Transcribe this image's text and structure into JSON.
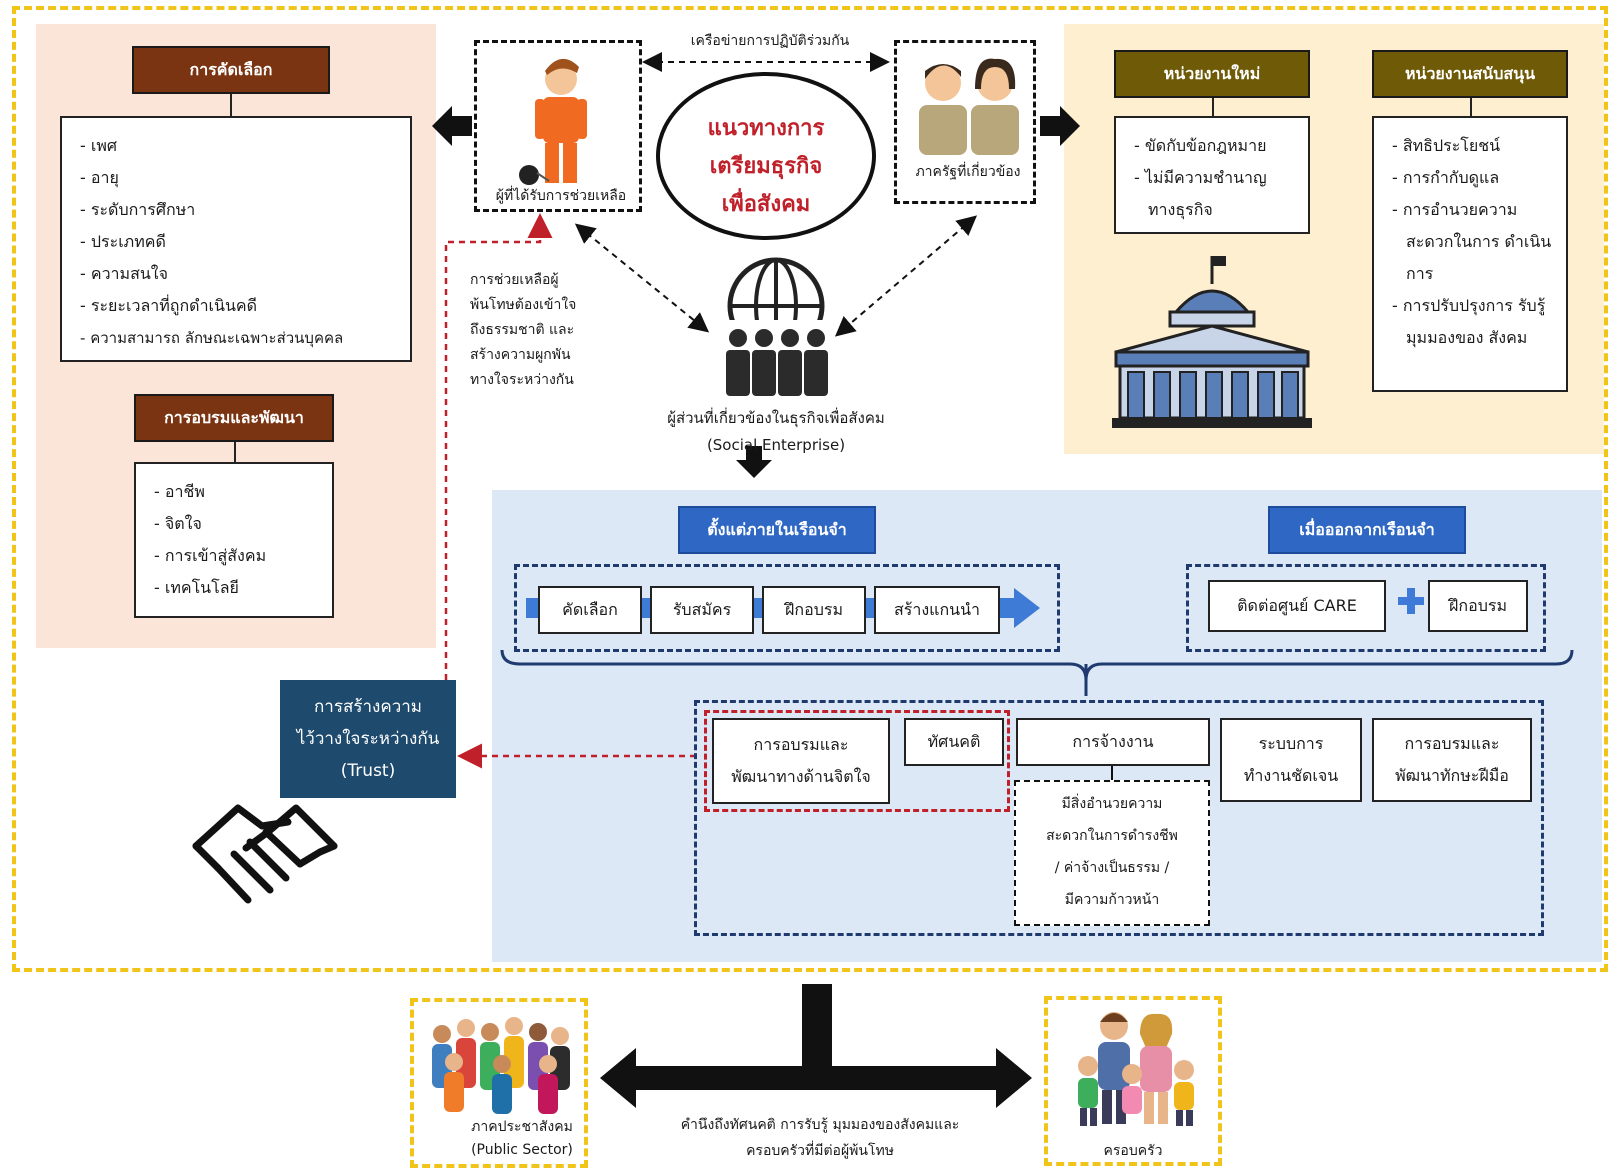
{
  "top": {
    "network_label": "เครือข่ายการปฏิบัติร่วมกัน",
    "center_title_line1": "แนวทางการ",
    "center_title_line2": "เตรียมธุรกิจ",
    "center_title_line3": "เพื่อสังคม",
    "assisted_person_label": "ผู้ที่ได้รับการช่วยเหลือ",
    "government_label": "ภาครัฐที่เกี่ยวข้อง",
    "stakeholders_line1": "ผู้ส่วนที่เกี่ยวข้องในธุรกิจเพื่อสังคม",
    "stakeholders_line2": "(Social Enterprise)",
    "help_note": [
      "การช่วยเหลือผู้",
      "พ้นโทษต้องเข้าใจ",
      "ถึงธรรมชาติ และ",
      "สร้างความผูกพัน",
      "ทางใจระหว่างกัน"
    ]
  },
  "selection": {
    "title": "การคัดเลือก",
    "items": [
      "เพศ",
      "อายุ",
      "ระดับการศึกษา",
      "ประเภทคดี",
      "ความสนใจ",
      "ระยะเวลาที่ถูกดำเนินคดี",
      "ความสามารถ ลักษณะเฉพาะส่วนบุคคล"
    ]
  },
  "training": {
    "title": "การอบรมและพัฒนา",
    "items": [
      "อาชีพ",
      "จิตใจ",
      "การเข้าสู่สังคม",
      "เทคโนโลยี"
    ]
  },
  "new_agency": {
    "title": "หน่วยงานใหม่",
    "items": [
      "ขัดกับข้อกฎหมาย",
      "ไม่มีความชำนาญ ทางธุรกิจ"
    ]
  },
  "support_agency": {
    "title": "หน่วยงานสนับสนุน",
    "items": [
      "สิทธิประโยชน์",
      "การกำกับดูแล",
      "การอำนวยความ สะดวกในการ ดำเนินการ",
      "การปรับปรุงการ รับรู้ มุมมองของ สังคม"
    ]
  },
  "in_prison": {
    "title": "ตั้งแต่ภายในเรือนจำ",
    "steps": [
      "คัดเลือก",
      "รับสมัคร",
      "ฝึกอบรม",
      "สร้างแกนนำ"
    ]
  },
  "after_prison": {
    "title": "เมื่อออกจากเรือนจำ",
    "steps": [
      "ติดต่อศูนย์ CARE",
      "ฝึกอบรม"
    ]
  },
  "outcomes": {
    "psych_line1": "การอบรมและ",
    "psych_line2": "พัฒนาทางด้านจิตใจ",
    "attitude": "ทัศนคติ",
    "employment": "การจ้างงาน",
    "employment_detail": [
      "มีสิ่งอำนวยความ",
      "สะดวกในการดำรงชีพ",
      "/ ค่าจ้างเป็นธรรม /",
      "มีความก้าวหน้า"
    ],
    "system_line1": "ระบบการ",
    "system_line2": "ทำงานชัดเจน",
    "skill_line1": "การอบรมและ",
    "skill_line2": "พัฒนาทักษะฝีมือ"
  },
  "trust": {
    "line1": "การสร้างความ",
    "line2": "ไว้วางใจระหว่างกัน",
    "line3": "(Trust)"
  },
  "bottom": {
    "public_line1": "ภาคประชาสังคม",
    "public_line2": "(Public Sector)",
    "family": "ครอบครัว",
    "note_line1": "คำนึงถึงทัศนคติ การรับรู้ มุมมองของสังคมและ",
    "note_line2": "ครอบครัวที่มีต่อผู้พ้นโทษ"
  },
  "colors": {
    "yellow_dash": "#f0c419",
    "brown_header": "#7a3412",
    "olive_header": "#6e5a07",
    "blue_header": "#2f67c4",
    "navy_trust": "#1e4a6e",
    "red_accent": "#c0202a",
    "peach_panel": "#fbe4d8",
    "cream_panel": "#fdefcf",
    "blue_panel": "#dce8f5"
  },
  "icons": [
    "prisoner-icon",
    "officials-icon",
    "globe-people-icon",
    "government-building-icon",
    "handshake-icon",
    "crowd-icon",
    "family-icon"
  ]
}
